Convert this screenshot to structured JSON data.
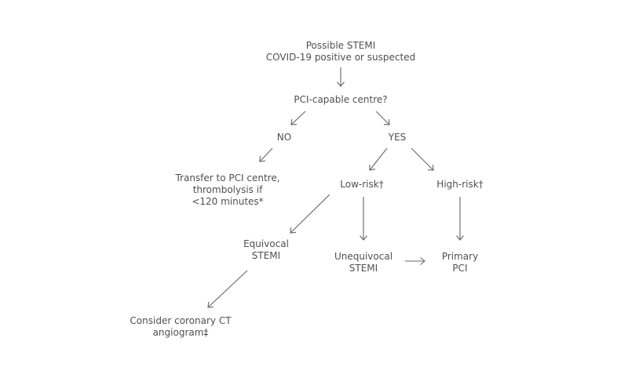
{
  "diagram": {
    "type": "flowchart",
    "colors": {
      "text": "#505050",
      "arrow": "#666666",
      "background": "#ffffff"
    },
    "nodes": {
      "start": {
        "lines": [
          "Possible STEMI",
          "COVID-19 positive or suspected"
        ]
      },
      "pci_question": {
        "lines": [
          "PCI-capable centre?"
        ]
      },
      "no": {
        "lines": [
          "NO"
        ]
      },
      "yes": {
        "lines": [
          "YES"
        ]
      },
      "transfer": {
        "lines": [
          "Transfer to PCI centre,",
          "thrombolysis if",
          "<120 minutes*"
        ]
      },
      "low_risk": {
        "lines": [
          "Low-risk†"
        ]
      },
      "high_risk": {
        "lines": [
          "High-risk†"
        ]
      },
      "equivocal": {
        "lines": [
          "Equivocal",
          "STEMI"
        ]
      },
      "unequivocal": {
        "lines": [
          "Unequivocal",
          "STEMI"
        ]
      },
      "primary_pci": {
        "lines": [
          "Primary",
          "PCI"
        ]
      },
      "ct": {
        "lines": [
          "Consider coronary CT",
          "angiogram‡"
        ]
      }
    },
    "edges": [
      {
        "from": "start",
        "to": "pci_question"
      },
      {
        "from": "pci_question",
        "to": "no"
      },
      {
        "from": "pci_question",
        "to": "yes"
      },
      {
        "from": "no",
        "to": "transfer"
      },
      {
        "from": "yes",
        "to": "low_risk"
      },
      {
        "from": "yes",
        "to": "high_risk"
      },
      {
        "from": "low_risk",
        "to": "equivocal"
      },
      {
        "from": "low_risk",
        "to": "unequivocal"
      },
      {
        "from": "high_risk",
        "to": "primary_pci"
      },
      {
        "from": "unequivocal",
        "to": "primary_pci"
      },
      {
        "from": "equivocal",
        "to": "ct"
      }
    ]
  }
}
